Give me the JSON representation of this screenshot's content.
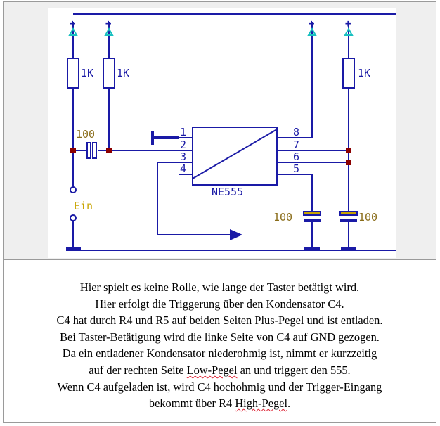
{
  "diagram": {
    "resistor_left_1": "1K",
    "resistor_left_2": "1K",
    "resistor_right": "1K",
    "capacitor_c4": "100",
    "capacitor_mid": "100",
    "capacitor_right": "100",
    "ic_label": "NE555",
    "input_label": "Ein",
    "supply_symbol": "+",
    "pins": [
      "1",
      "2",
      "3",
      "4",
      "8",
      "7",
      "6",
      "5"
    ],
    "wire_color": "#1a1aa6",
    "accent_color": "#c8a400",
    "node_color": "#8b0000",
    "supply_color": "#19c0c0"
  },
  "caption": {
    "line1": "Hier spielt es keine Rolle, wie lange der Taster betätigt wird.",
    "line2": "Hier erfolgt die Triggerung über den Kondensator C4.",
    "line3": "C4 hat durch R4 und R5 auf beiden Seiten Plus-Pegel und ist entladen.",
    "line4": "Bei Taster-Betätigung wird die linke Seite von C4 auf GND gezogen.",
    "line5": "Da ein entladener Kondensator niederohmig ist, nimmt er kurzzeitig",
    "line6_a": "auf der rechten Seite ",
    "line6_b": "Low-Pegel",
    "line6_c": " an und triggert den 555.",
    "line7": "Wenn C4 aufgeladen ist, wird C4 hochohmig und der Trigger-Eingang",
    "line8_a": "bekommt über R4 ",
    "line8_b": "High-Pegel",
    "line8_c": "."
  }
}
